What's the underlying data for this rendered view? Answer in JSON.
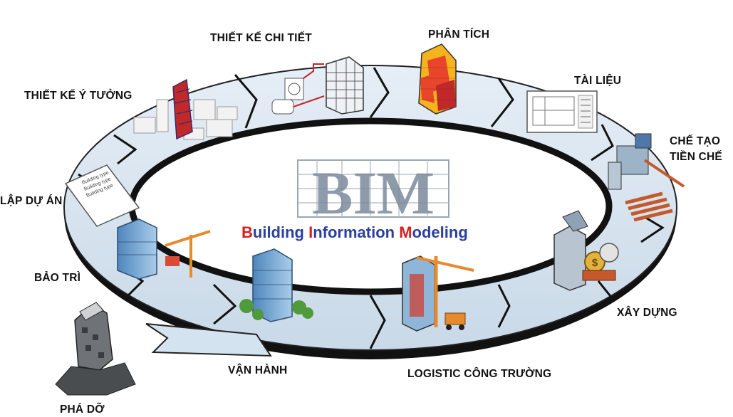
{
  "center": {
    "logo": "BIM",
    "subtitle": [
      {
        "cap": "B",
        "rest": "uilding "
      },
      {
        "cap": "I",
        "rest": "nformation "
      },
      {
        "cap": "M",
        "rest": "odeling"
      }
    ]
  },
  "stages": {
    "thiet_ke_y_tuong": "THIẾT KẾ Ý TƯỞNG",
    "thiet_ke_chi_tiet": "THIẾT KẾ CHI TIẾT",
    "phan_tich": "PHÂN TÍCH",
    "tai_lieu": "TÀI LIỆU",
    "che_tao_line1": "CHẾ TẠO",
    "che_tao_line2": "TIỀN CHẾ",
    "xay_dung": "XÂY DỰNG",
    "logistic": "LOGISTIC CÔNG TRƯỜNG",
    "van_hanh": "VẬN HÀNH",
    "bao_tri": "BẢO TRÌ",
    "lap_du_an": "LẬP DỰ ÁN",
    "pha_do": "PHÁ DỠ"
  },
  "document": {
    "lines": [
      "Building type",
      "Building type",
      "Building type"
    ]
  },
  "colors": {
    "ring_fill": "#d4e3f0",
    "ring_edge": "#1a1a1a",
    "logo_text": "#7a8a9c",
    "subtitle_main": "#2a3f9f",
    "subtitle_capitals": "#d51e1e",
    "analysis_hot": "#e8452a",
    "analysis_warm": "#f5b31d",
    "building_blue": "#6da7d6",
    "crane_orange": "#e58a2d",
    "steel_rust": "#c45a2b"
  },
  "icons": [
    "massing-icon",
    "detail-building-icon",
    "analysis-building-icon",
    "document-icon",
    "prefab-machine-icon",
    "construction-site-icon",
    "logistics-crane-icon",
    "operation-building-icon",
    "maintenance-crane-icon",
    "project-doc-icon",
    "demolition-building-icon",
    "bim-logo-icon"
  ]
}
